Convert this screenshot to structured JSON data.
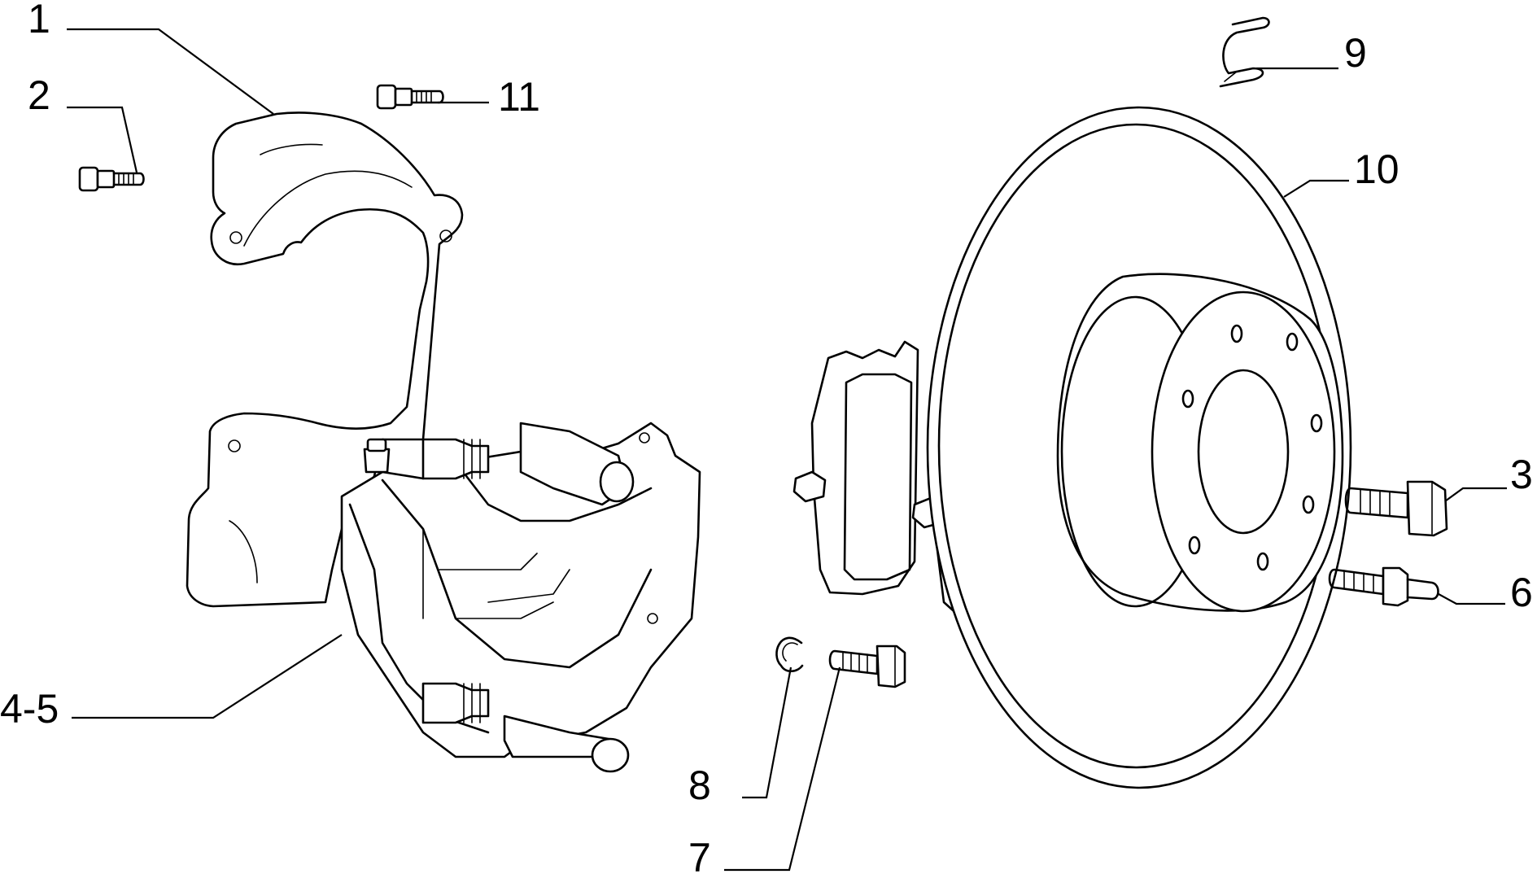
{
  "callouts": {
    "c1": "1",
    "c2": "2",
    "c3": "3",
    "c45": "4-5",
    "c6": "6",
    "c7": "7",
    "c8": "8",
    "c9": "9",
    "c10": "10",
    "c11": "11"
  }
}
